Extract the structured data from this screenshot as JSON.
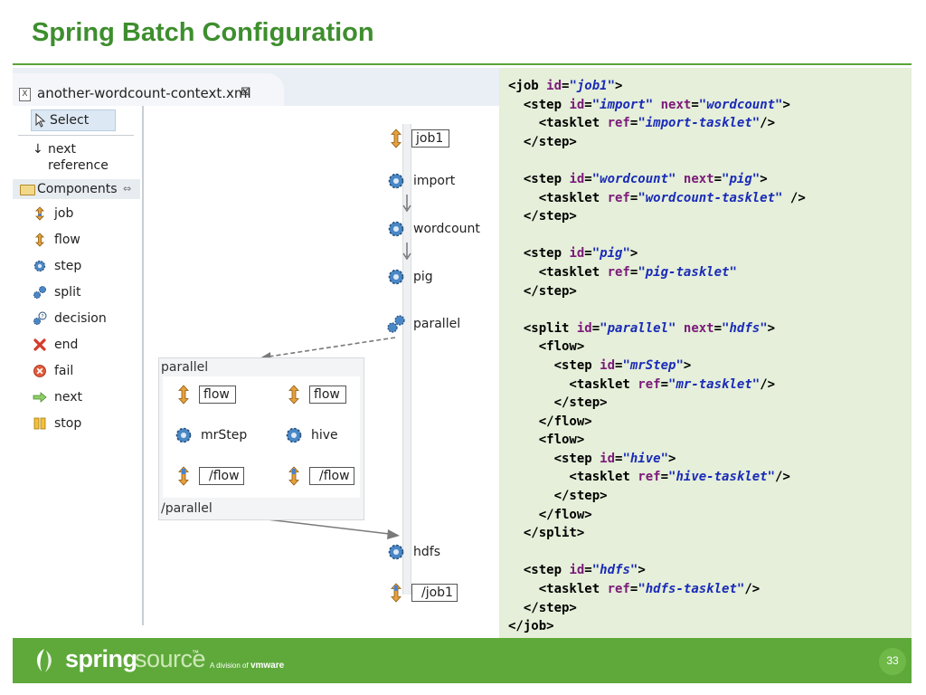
{
  "slide": {
    "title": "Spring Batch Configuration"
  },
  "editor": {
    "tab_label": "another-wordcount-context.xml",
    "tab_close": "⊠",
    "palette": {
      "select_label": "Select",
      "next_reference_line1": "next",
      "next_reference_line2": "reference",
      "components_label": "Components",
      "pin": "⇔",
      "items": [
        {
          "label": "job",
          "icon": "job-icon"
        },
        {
          "label": "flow",
          "icon": "flow-icon"
        },
        {
          "label": "step",
          "icon": "step-gear-icon"
        },
        {
          "label": "split",
          "icon": "split-icon"
        },
        {
          "label": "decision",
          "icon": "decision-icon"
        },
        {
          "label": "end",
          "icon": "end-x-icon"
        },
        {
          "label": "fail",
          "icon": "fail-icon"
        },
        {
          "label": "next",
          "icon": "next-arrow-icon"
        },
        {
          "label": "stop",
          "icon": "stop-icon"
        }
      ]
    },
    "canvas": {
      "job_tag": "job1",
      "import": "import",
      "wordcount": "wordcount",
      "pig": "pig",
      "parallel": "parallel",
      "parallel_box_title": "parallel",
      "parallel_box_footer": "/parallel",
      "flow_tag": "flow",
      "mrstep": "mrStep",
      "hive": "hive",
      "flow_end_tag": "/flow",
      "hdfs": "hdfs",
      "job_end_tag": "/job1"
    }
  },
  "code_lines": [
    [
      [
        "t",
        "<job "
      ],
      [
        "k",
        "id"
      ],
      [
        "t",
        "="
      ],
      [
        "s",
        "\"job1\""
      ],
      [
        "t",
        ">"
      ]
    ],
    [
      [
        "t",
        "  <step "
      ],
      [
        "k",
        "id"
      ],
      [
        "t",
        "="
      ],
      [
        "s",
        "\"import\""
      ],
      [
        "t",
        " "
      ],
      [
        "k",
        "next"
      ],
      [
        "t",
        "="
      ],
      [
        "s",
        "\"wordcount\""
      ],
      [
        "t",
        ">"
      ]
    ],
    [
      [
        "t",
        "    <tasklet "
      ],
      [
        "k",
        "ref"
      ],
      [
        "t",
        "="
      ],
      [
        "s",
        "\"import-tasklet\""
      ],
      [
        "t",
        "/>"
      ]
    ],
    [
      [
        "t",
        "  </step>"
      ]
    ],
    [
      [
        "t",
        ""
      ]
    ],
    [
      [
        "t",
        "  <step "
      ],
      [
        "k",
        "id"
      ],
      [
        "t",
        "="
      ],
      [
        "s",
        "\"wordcount\""
      ],
      [
        "t",
        " "
      ],
      [
        "k",
        "next"
      ],
      [
        "t",
        "="
      ],
      [
        "s",
        "\"pig\""
      ],
      [
        "t",
        ">"
      ]
    ],
    [
      [
        "t",
        "    <tasklet "
      ],
      [
        "k",
        "ref"
      ],
      [
        "t",
        "="
      ],
      [
        "s",
        "\"wordcount-tasklet\""
      ],
      [
        "t",
        " />"
      ]
    ],
    [
      [
        "t",
        "  </step>"
      ]
    ],
    [
      [
        "t",
        ""
      ]
    ],
    [
      [
        "t",
        "  <step "
      ],
      [
        "k",
        "id"
      ],
      [
        "t",
        "="
      ],
      [
        "s",
        "\"pig\""
      ],
      [
        "t",
        ">"
      ]
    ],
    [
      [
        "t",
        "    <tasklet "
      ],
      [
        "k",
        "ref"
      ],
      [
        "t",
        "="
      ],
      [
        "s",
        "\"pig-tasklet\""
      ]
    ],
    [
      [
        "t",
        "  </step>"
      ]
    ],
    [
      [
        "t",
        ""
      ]
    ],
    [
      [
        "t",
        "  <split "
      ],
      [
        "k",
        "id"
      ],
      [
        "t",
        "="
      ],
      [
        "s",
        "\"parallel\""
      ],
      [
        "t",
        " "
      ],
      [
        "k",
        "next"
      ],
      [
        "t",
        "="
      ],
      [
        "s",
        "\"hdfs\""
      ],
      [
        "t",
        ">"
      ]
    ],
    [
      [
        "t",
        "    <flow>"
      ]
    ],
    [
      [
        "t",
        "      <step "
      ],
      [
        "k",
        "id"
      ],
      [
        "t",
        "="
      ],
      [
        "s",
        "\"mrStep\""
      ],
      [
        "t",
        ">"
      ]
    ],
    [
      [
        "t",
        "        <tasklet "
      ],
      [
        "k",
        "ref"
      ],
      [
        "t",
        "="
      ],
      [
        "s",
        "\"mr-tasklet\""
      ],
      [
        "t",
        "/>"
      ]
    ],
    [
      [
        "t",
        "      </step>"
      ]
    ],
    [
      [
        "t",
        "    </flow>"
      ]
    ],
    [
      [
        "t",
        "    <flow>"
      ]
    ],
    [
      [
        "t",
        "      <step "
      ],
      [
        "k",
        "id"
      ],
      [
        "t",
        "="
      ],
      [
        "s",
        "\"hive\""
      ],
      [
        "t",
        ">"
      ]
    ],
    [
      [
        "t",
        "        <tasklet "
      ],
      [
        "k",
        "ref"
      ],
      [
        "t",
        "="
      ],
      [
        "s",
        "\"hive-tasklet\""
      ],
      [
        "t",
        "/>"
      ]
    ],
    [
      [
        "t",
        "      </step>"
      ]
    ],
    [
      [
        "t",
        "    </flow>"
      ]
    ],
    [
      [
        "t",
        "  </split>"
      ]
    ],
    [
      [
        "t",
        ""
      ]
    ],
    [
      [
        "t",
        "  <step "
      ],
      [
        "k",
        "id"
      ],
      [
        "t",
        "="
      ],
      [
        "s",
        "\"hdfs\""
      ],
      [
        "t",
        ">"
      ]
    ],
    [
      [
        "t",
        "    <tasklet "
      ],
      [
        "k",
        "ref"
      ],
      [
        "t",
        "="
      ],
      [
        "s",
        "\"hdfs-tasklet\""
      ],
      [
        "t",
        "/>"
      ]
    ],
    [
      [
        "t",
        "  </step>"
      ]
    ],
    [
      [
        "t",
        "</job>"
      ]
    ]
  ],
  "footer": {
    "brand_spring": "spring",
    "brand_source": "source",
    "brand_tm": "™",
    "brand_division": "A division of",
    "brand_vmware": "vmware",
    "page_number": "33"
  },
  "colors": {
    "title_green": "#3e8e2e",
    "footer_green": "#5ea93a",
    "code_bg": "#e5efd9",
    "xml_attr": "#7c1a7a",
    "xml_value": "#1a2bb8"
  }
}
